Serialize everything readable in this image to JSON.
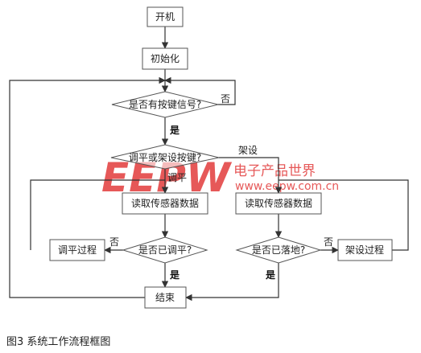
{
  "nodes": {
    "start": "开机",
    "init": "初始化",
    "key_check": "是否有按键信号?",
    "mode_check": "调平或架设按键?",
    "read_left": "读取传感器数据",
    "read_right": "读取传感器数据",
    "level_check": "是否已调平?",
    "landed_check": "是否已落地?",
    "level_proc": "调平过程",
    "setup_proc": "架设过程",
    "end": "结束"
  },
  "labels": {
    "key_no": "否",
    "key_yes": "是",
    "mode_level": "调平",
    "mode_setup": "架设",
    "level_no": "否",
    "level_yes": "是",
    "landed_no": "否",
    "landed_yes": "是"
  },
  "watermark": {
    "logo": "EEPW",
    "cn": "电子产品世界",
    "url": "www.eepw.com.cn",
    "color": "#e23b3b"
  },
  "caption": "图3 系统工作流程框图",
  "colors": {
    "line": "#333333",
    "box_border": "#555555"
  }
}
